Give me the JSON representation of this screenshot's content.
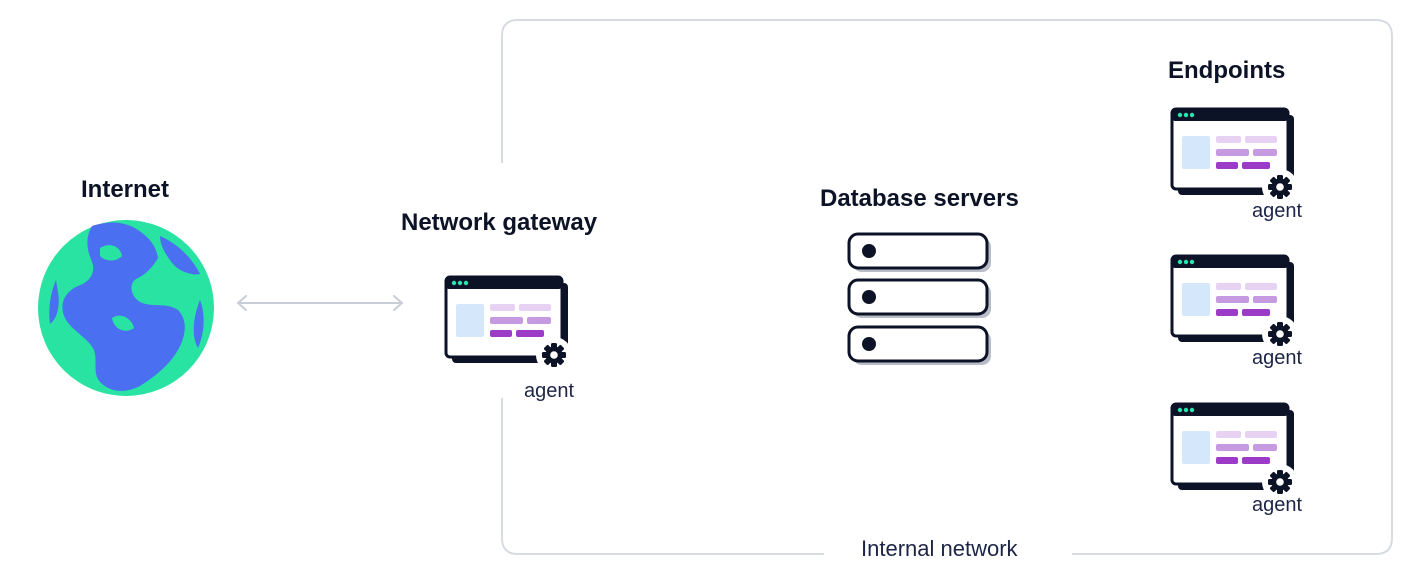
{
  "internet": {
    "label": "Internet"
  },
  "gateway": {
    "label": "Network gateway",
    "agent_label": "agent"
  },
  "database": {
    "label": "Database servers"
  },
  "endpoints": {
    "label": "Endpoints",
    "items": [
      {
        "agent_label": "agent"
      },
      {
        "agent_label": "agent"
      },
      {
        "agent_label": "agent"
      }
    ]
  },
  "network": {
    "label": "Internal network"
  },
  "colors": {
    "navy": "#0d1326",
    "teal": "#2be5b1",
    "globe_land": "#28e3a2",
    "globe_water": "#4a6ff0",
    "lavender": "#e7d2f3",
    "purple_light": "#c69ae0",
    "purple": "#9b3bc7",
    "panel_blue": "#d4e7fb",
    "border_gray": "#d8dbe2"
  }
}
